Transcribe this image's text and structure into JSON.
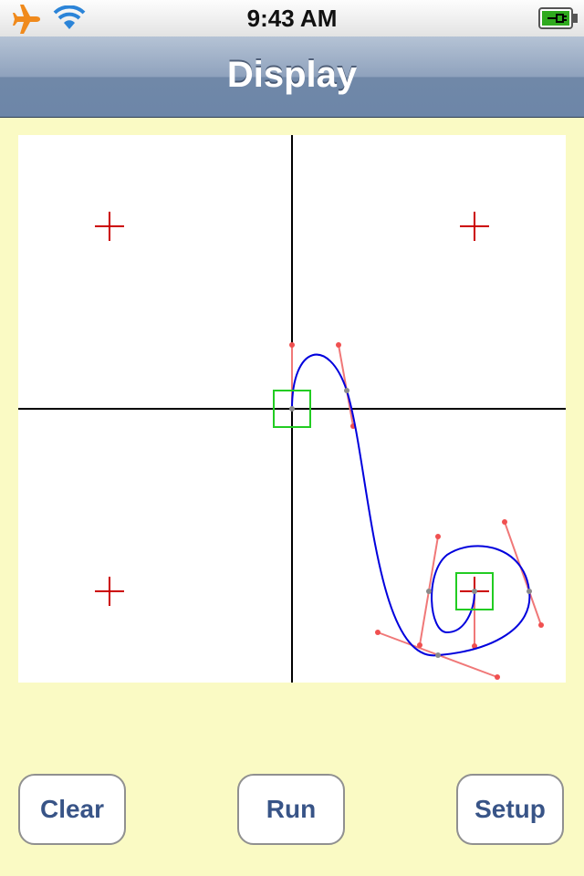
{
  "status_bar": {
    "time": "9:43 AM",
    "icons": [
      "airplane-icon",
      "wifi-icon",
      "battery-charging-icon"
    ],
    "colors": {
      "airplane": "#f08a1c",
      "wifi": "#2b84d8",
      "battery": "#2faa1e"
    }
  },
  "nav": {
    "title": "Display"
  },
  "toolbar": {
    "clear_label": "Clear",
    "run_label": "Run",
    "setup_label": "Setup"
  },
  "colors": {
    "background": "#fafac4",
    "curve": "#0000dd",
    "crosshair": "#cc0000",
    "handle": "#f07878",
    "node": "#8a8a8a",
    "box": "#22cc22",
    "axis": "#000000",
    "button_text": "#385487"
  }
}
